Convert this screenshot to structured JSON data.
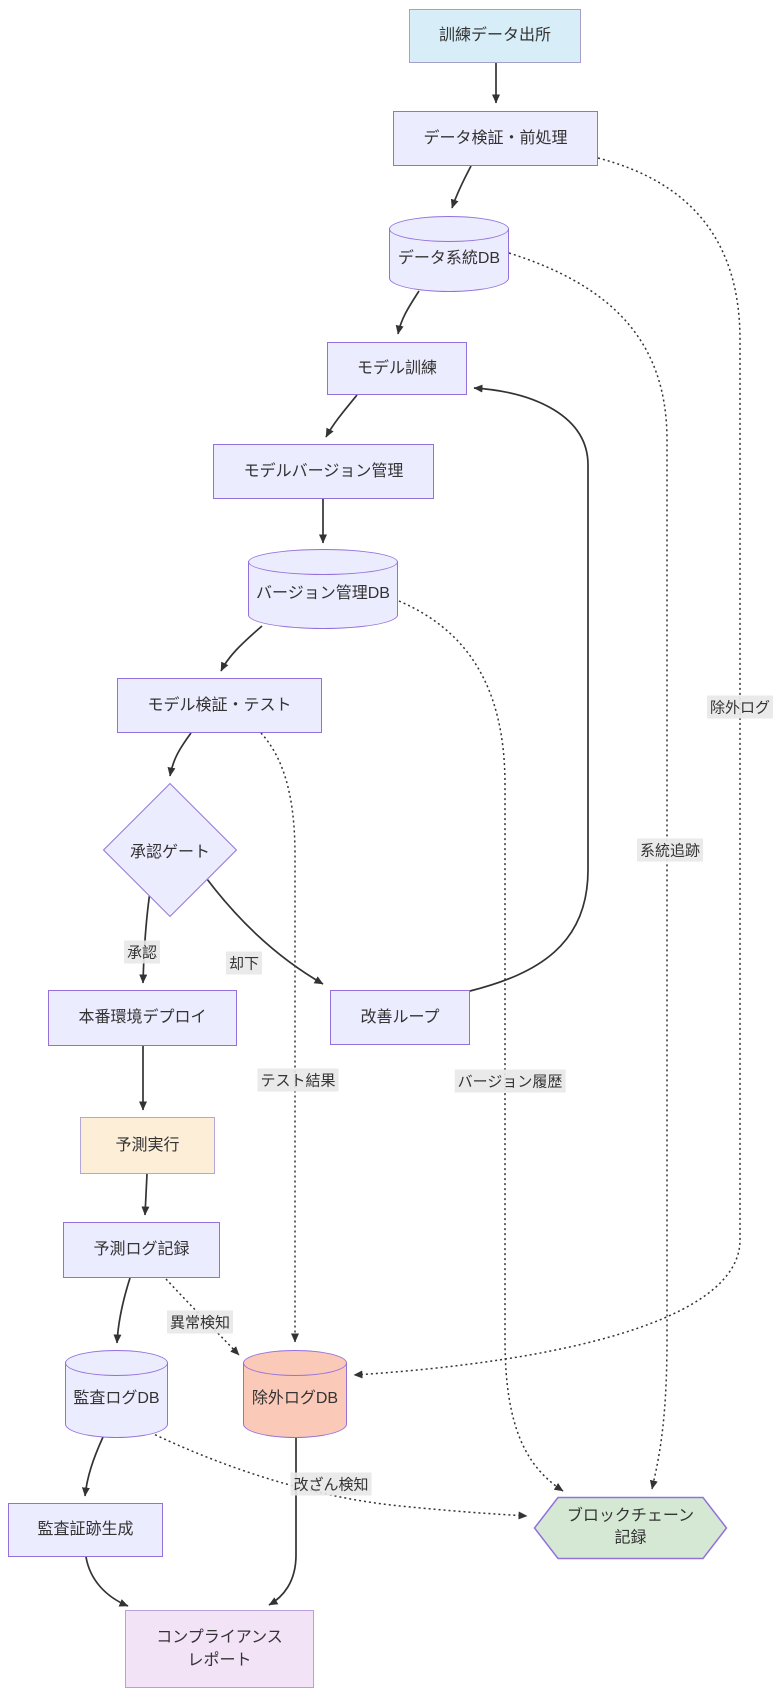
{
  "diagram": {
    "type": "flowchart",
    "background": "#ffffff",
    "nodes": {
      "source": {
        "label": "訓練データ出所",
        "shape": "rect"
      },
      "preprocess": {
        "label": "データ検証・前処理",
        "shape": "rect"
      },
      "lineage_db": {
        "label": "データ系統DB",
        "shape": "cylinder"
      },
      "training": {
        "label": "モデル訓練",
        "shape": "rect"
      },
      "version_mgmt": {
        "label": "モデルバージョン管理",
        "shape": "rect"
      },
      "version_db": {
        "label": "バージョン管理DB",
        "shape": "cylinder"
      },
      "validation": {
        "label": "モデル検証・テスト",
        "shape": "rect"
      },
      "approval_gate": {
        "label": "承認ゲート",
        "shape": "diamond"
      },
      "deploy": {
        "label": "本番環境デプロイ",
        "shape": "rect"
      },
      "improvement": {
        "label": "改善ループ",
        "shape": "rect"
      },
      "inference": {
        "label": "予測実行",
        "shape": "rect"
      },
      "prediction_log": {
        "label": "予測ログ記録",
        "shape": "rect"
      },
      "audit_db": {
        "label": "監査ログDB",
        "shape": "cylinder"
      },
      "exclusion_db": {
        "label": "除外ログDB",
        "shape": "cylinder"
      },
      "audit_trail": {
        "label": "監査証跡生成",
        "shape": "rect"
      },
      "compliance_report": {
        "label": "コンプライアンス\nレポート",
        "shape": "rect"
      },
      "blockchain": {
        "label": "ブロックチェーン\n記録",
        "shape": "hexagon"
      }
    },
    "edge_labels": {
      "approve": "承認",
      "reject": "却下",
      "test_results": "テスト結果",
      "version_history": "バージョン履歴",
      "exclusion_log": "除外ログ",
      "lineage_trace": "系統追跡",
      "anomaly_detect": "異常検知",
      "tamper_detect": "改ざん検知"
    },
    "edges": [
      {
        "from": "source",
        "to": "preprocess",
        "style": "solid",
        "label": ""
      },
      {
        "from": "preprocess",
        "to": "lineage_db",
        "style": "solid",
        "label": ""
      },
      {
        "from": "lineage_db",
        "to": "training",
        "style": "solid",
        "label": ""
      },
      {
        "from": "training",
        "to": "version_mgmt",
        "style": "solid",
        "label": ""
      },
      {
        "from": "version_mgmt",
        "to": "version_db",
        "style": "solid",
        "label": ""
      },
      {
        "from": "version_db",
        "to": "validation",
        "style": "solid",
        "label": ""
      },
      {
        "from": "validation",
        "to": "approval_gate",
        "style": "solid",
        "label": ""
      },
      {
        "from": "approval_gate",
        "to": "deploy",
        "style": "solid",
        "label": "承認"
      },
      {
        "from": "approval_gate",
        "to": "improvement",
        "style": "solid",
        "label": "却下"
      },
      {
        "from": "improvement",
        "to": "training",
        "style": "solid",
        "label": ""
      },
      {
        "from": "deploy",
        "to": "inference",
        "style": "solid",
        "label": ""
      },
      {
        "from": "inference",
        "to": "prediction_log",
        "style": "solid",
        "label": ""
      },
      {
        "from": "prediction_log",
        "to": "audit_db",
        "style": "solid",
        "label": ""
      },
      {
        "from": "audit_db",
        "to": "audit_trail",
        "style": "solid",
        "label": ""
      },
      {
        "from": "audit_trail",
        "to": "compliance_report",
        "style": "solid",
        "label": ""
      },
      {
        "from": "exclusion_db",
        "to": "compliance_report",
        "style": "solid",
        "label": ""
      },
      {
        "from": "preprocess",
        "to": "exclusion_db",
        "style": "dotted",
        "label": "除外ログ"
      },
      {
        "from": "lineage_db",
        "to": "blockchain",
        "style": "dotted",
        "label": "系統追跡"
      },
      {
        "from": "version_db",
        "to": "blockchain",
        "style": "dotted",
        "label": "バージョン履歴"
      },
      {
        "from": "validation",
        "to": "exclusion_db",
        "style": "dotted",
        "label": "テスト結果"
      },
      {
        "from": "prediction_log",
        "to": "exclusion_db",
        "style": "dotted",
        "label": "異常検知"
      },
      {
        "from": "audit_db",
        "to": "blockchain",
        "style": "dotted",
        "label": "改ざん検知"
      }
    ],
    "colors": {
      "node_fill": "#ECECFF",
      "node_stroke": "#9370DB",
      "source_fill": "#d7eef8",
      "inference_fill": "#fdeed8",
      "exclusion_db_fill": "#fbc9b8",
      "blockchain_fill": "#d5e8d4",
      "report_fill": "#f2e3f7",
      "edge_color": "#333333",
      "edge_label_bg": "#e8e8e8"
    }
  }
}
